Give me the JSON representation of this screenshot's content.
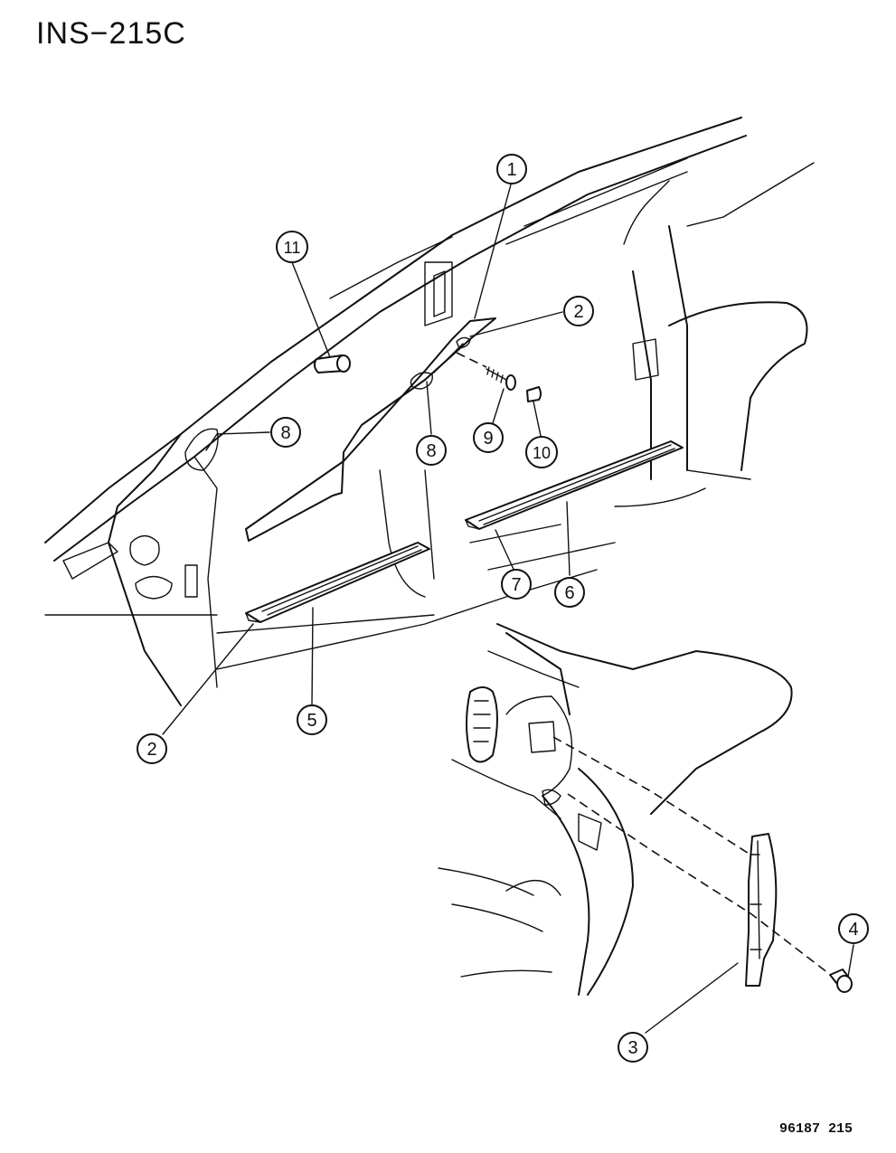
{
  "header": {
    "title": "INS−215C"
  },
  "footer": {
    "figure_code": "96187 215"
  },
  "callouts": [
    {
      "id": "c1",
      "label": "1"
    },
    {
      "id": "c2a",
      "label": "2"
    },
    {
      "id": "c2b",
      "label": "2"
    },
    {
      "id": "c3",
      "label": "3"
    },
    {
      "id": "c4",
      "label": "4"
    },
    {
      "id": "c5",
      "label": "5"
    },
    {
      "id": "c6",
      "label": "6"
    },
    {
      "id": "c7",
      "label": "7"
    },
    {
      "id": "c8a",
      "label": "8"
    },
    {
      "id": "c8b",
      "label": "8"
    },
    {
      "id": "c9",
      "label": "9"
    },
    {
      "id": "c10",
      "label": "10"
    },
    {
      "id": "c11",
      "label": "11"
    }
  ]
}
